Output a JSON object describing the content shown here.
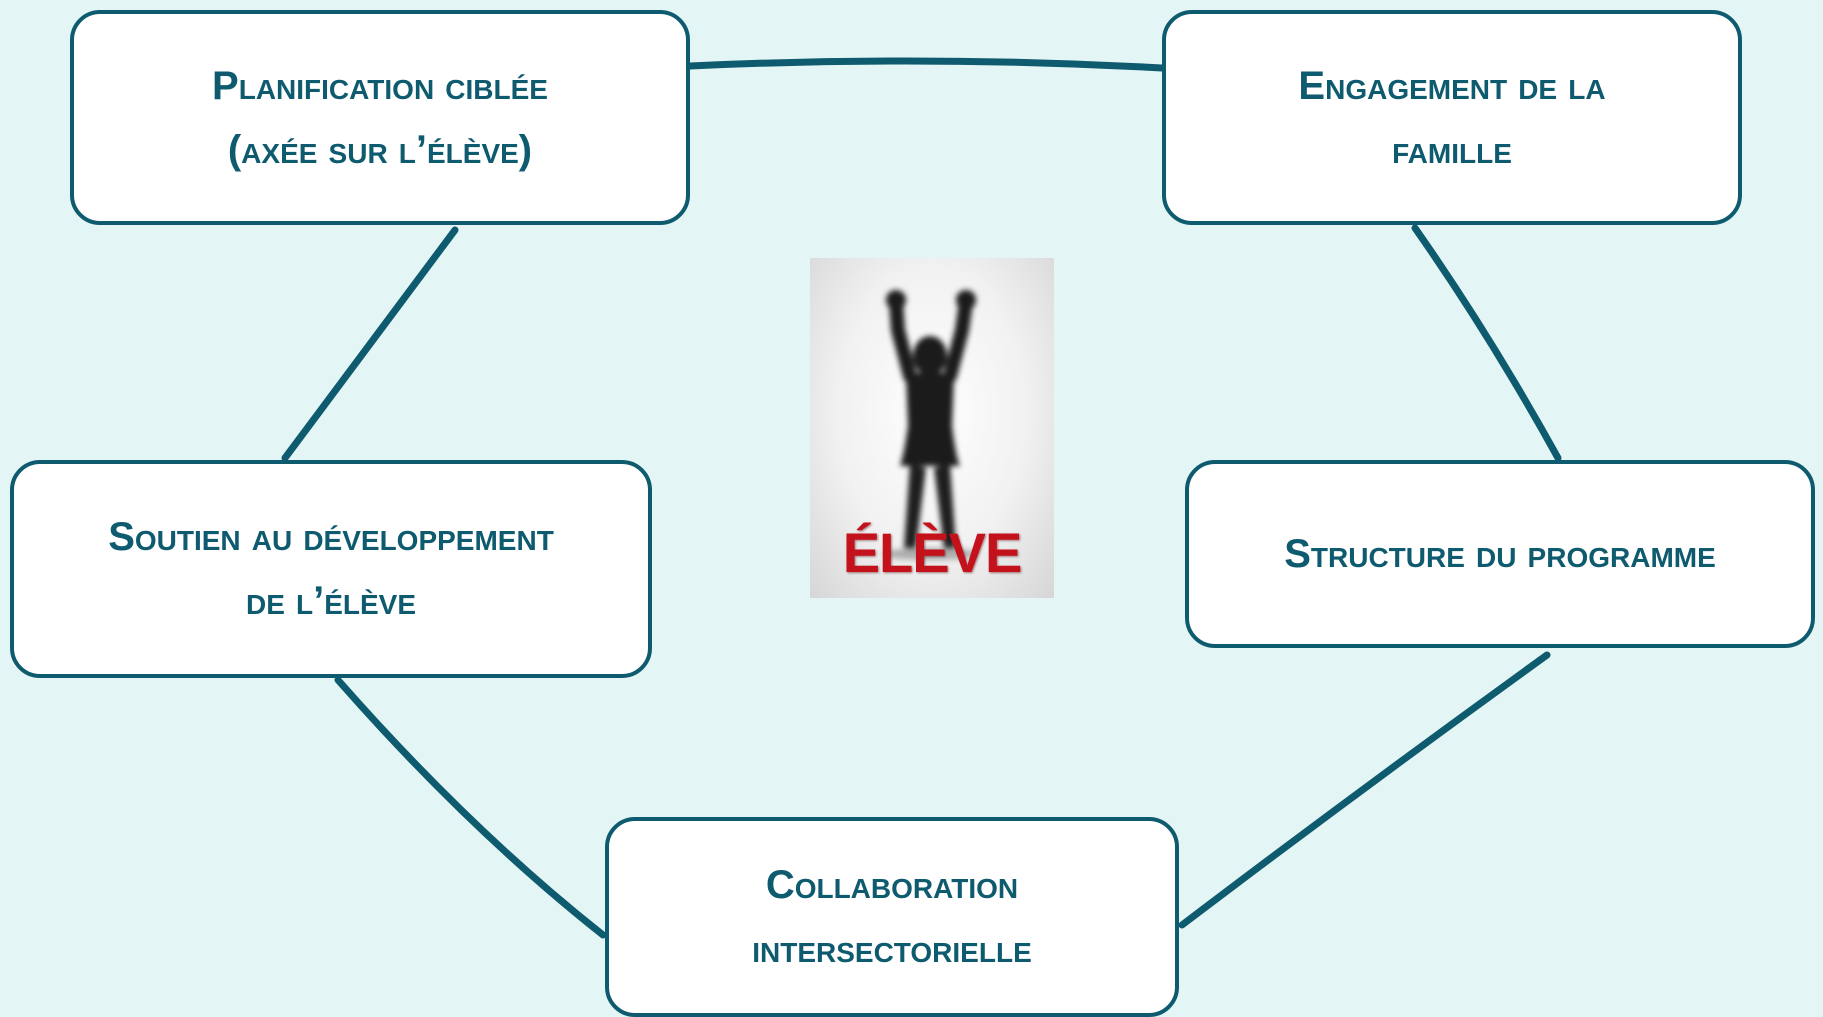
{
  "center": {
    "label": "ÉLÈVE"
  },
  "nodes": {
    "planification": {
      "line1": "Planification ciblée",
      "line2": "(axée sur l’élève)"
    },
    "engagement": {
      "line1": "Engagement de la",
      "line2": "famille"
    },
    "soutien": {
      "line1": "Soutien au développement",
      "line2": "de l’élève"
    },
    "structure": {
      "line1": "Structure du programme"
    },
    "collaboration": {
      "line1": "Collaboration",
      "line2": "intersectorielle"
    }
  },
  "colors": {
    "background": "#e3f5f4",
    "accent": "#0e5a6e",
    "center_label": "#c3121b"
  },
  "icons": {
    "center": "person-raised-arms-photo"
  }
}
